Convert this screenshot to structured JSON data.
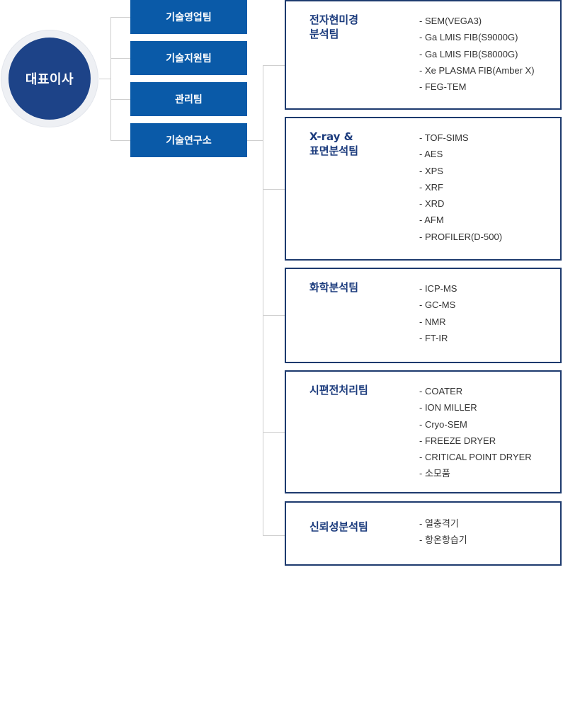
{
  "ceo": {
    "label": "대표이사"
  },
  "teams": [
    {
      "label": "기술영업팀"
    },
    {
      "label": "기술지원팀"
    },
    {
      "label": "관리팀"
    },
    {
      "label": "기술연구소"
    }
  ],
  "lab_teams": [
    {
      "title": "전자현미경\n분석팀",
      "items": [
        "- SEM(VEGA3)",
        "- Ga LMIS FIB(S9000G)",
        "- Ga LMIS FIB(S8000G)",
        "- Xe PLASMA FIB(Amber X)",
        "- FEG-TEM"
      ]
    },
    {
      "title": "X-ray &\n표면분석팀",
      "items": [
        "- TOF-SIMS",
        "- AES",
        "- XPS",
        "- XRF",
        "- XRD",
        "- AFM",
        "- PROFILER(D-500)"
      ]
    },
    {
      "title": "화학분석팀",
      "items": [
        "- ICP-MS",
        "- GC-MS",
        "- NMR",
        "- FT-IR"
      ]
    },
    {
      "title": "시편전처리팀",
      "items": [
        "- COATER",
        "- ION MILLER",
        "- Cryo-SEM",
        "- FREEZE DRYER",
        "- CRITICAL POINT DRYER",
        "- 소모품"
      ]
    },
    {
      "title": "신뢰성분석팀",
      "items": [
        "- 열충격기",
        "- 항온항습기"
      ]
    }
  ],
  "colors": {
    "ceo": "#1d4388",
    "team_button": "#0a5aa8",
    "box_border": "#1d3a6e",
    "box_title": "#1a3a7c",
    "connector": "#cfcfcf"
  }
}
